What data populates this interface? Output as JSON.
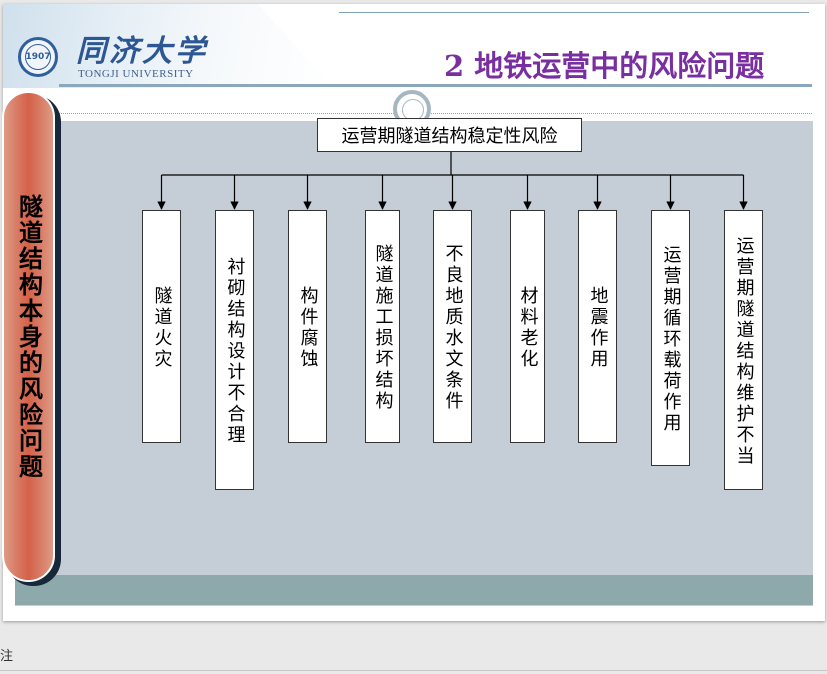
{
  "header": {
    "logo_cn": "同济大学",
    "logo_en": "TONGJI UNIVERSITY",
    "title": "2 地铁运营中的风险问题"
  },
  "sidebar": {
    "label": "隧道结构本身的风险问题"
  },
  "diagram": {
    "root": "运营期隧道结构稳定性风险",
    "leaves": [
      "隧道火灾",
      "衬砌结构设计不合理",
      "构件腐蚀",
      "隧道施工损坏结构",
      "不良地质水文条件",
      "材料老化",
      "地震作用",
      "运营期循环载荷作用",
      "运营期隧道结构维护不当"
    ]
  },
  "footer": {
    "notes_label": "注"
  },
  "colors": {
    "title": "#7a2fa0",
    "logo": "#2c5793",
    "sidebar": "#d46148",
    "panel": "#c5ced6",
    "panel_bottom": "#8ea9ab"
  }
}
